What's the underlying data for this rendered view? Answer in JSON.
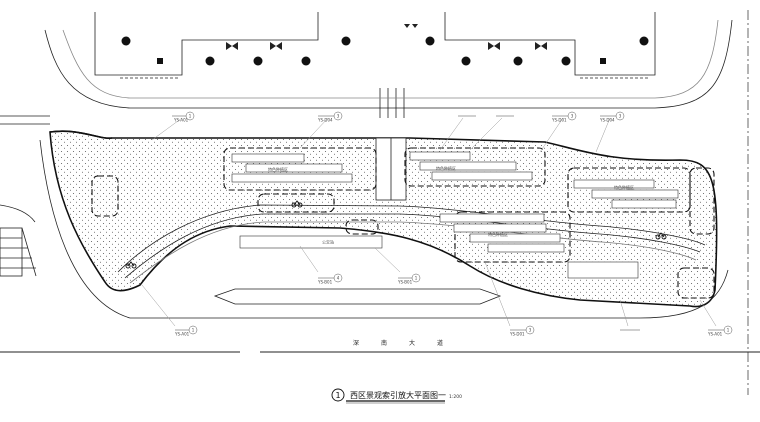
{
  "drawing": {
    "title_number": "1",
    "title": "西区景观索引放大平面图一",
    "scale": "1:200"
  },
  "road": {
    "chars": [
      "深",
      "南",
      "大",
      "道"
    ]
  },
  "plan_labels": {
    "zone_a": "特色种植区",
    "zone_b": "特色种植区",
    "zone_c": "特色种植区",
    "zone_d": "特色种植区",
    "bus_stop": "公交站"
  },
  "callouts": [
    {
      "id": "c1",
      "code": "1",
      "ref": "YS-A01"
    },
    {
      "id": "c2",
      "code": "3",
      "ref": "YS-D04"
    },
    {
      "id": "c3",
      "code": "",
      "ref": ""
    },
    {
      "id": "c4",
      "code": "",
      "ref": ""
    },
    {
      "id": "c5",
      "code": "3",
      "ref": "YS-D01"
    },
    {
      "id": "c6",
      "code": "3",
      "ref": "YS-D04"
    },
    {
      "id": "c7",
      "code": "4",
      "ref": "YS-B01"
    },
    {
      "id": "c8",
      "code": "1",
      "ref": "YS-B01"
    },
    {
      "id": "c9",
      "code": "1",
      "ref": "YS-A01"
    },
    {
      "id": "c10",
      "code": "3",
      "ref": "YS-D01"
    },
    {
      "id": "c11",
      "code": "",
      "ref": ""
    },
    {
      "id": "c12",
      "code": "1",
      "ref": "YS-A01"
    }
  ],
  "colors": {
    "line": "#1a1a1a",
    "hatch": "#8a8a8a",
    "leader": "#9a9a9a"
  }
}
